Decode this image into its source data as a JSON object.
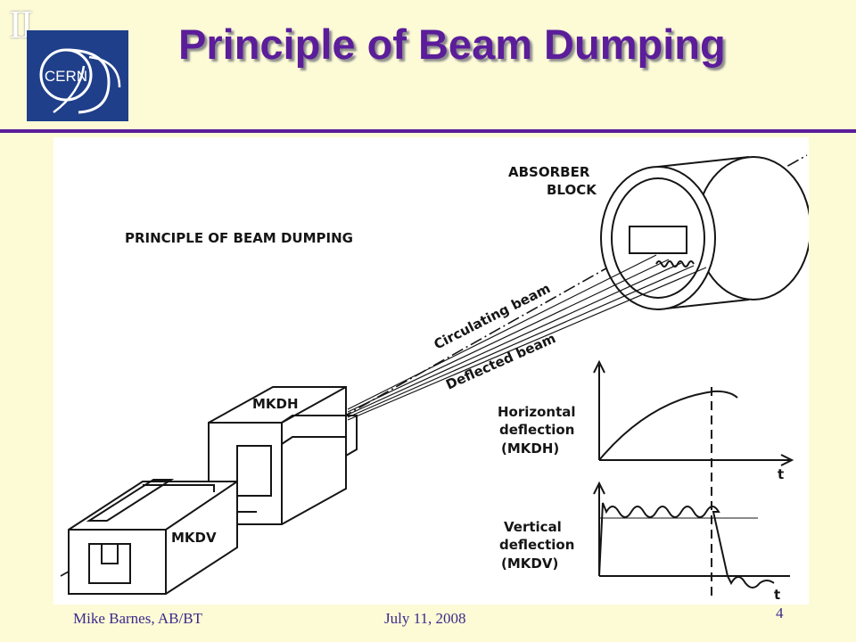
{
  "slide": {
    "section_mark": "II.",
    "title": "Principle of Beam Dumping",
    "logo_text": "CERN"
  },
  "diagram": {
    "heading": "PRINCIPLE OF BEAM DUMPING",
    "absorber_label_line1": "ABSORBER",
    "absorber_label_line2": "BLOCK",
    "circulating_beam": "Circulating beam",
    "deflected_beam": "Deflected beam",
    "mkdh": "MKDH",
    "mkdv": "MKDV",
    "horizontal_line1": "Horizontal",
    "horizontal_line2": "deflection",
    "horizontal_line3": "(MKDH)",
    "vertical_line1": "Vertical",
    "vertical_line2": "deflection",
    "vertical_line3": "(MKDV)",
    "time_axis": "t"
  },
  "footer": {
    "author": "Mike Barnes, AB/BT",
    "date": "July 11, 2008",
    "page_number": "4"
  },
  "colors": {
    "title": "#5b1d9a",
    "background": "#fdfbd6",
    "logo_blue": "#1f3f8a"
  }
}
